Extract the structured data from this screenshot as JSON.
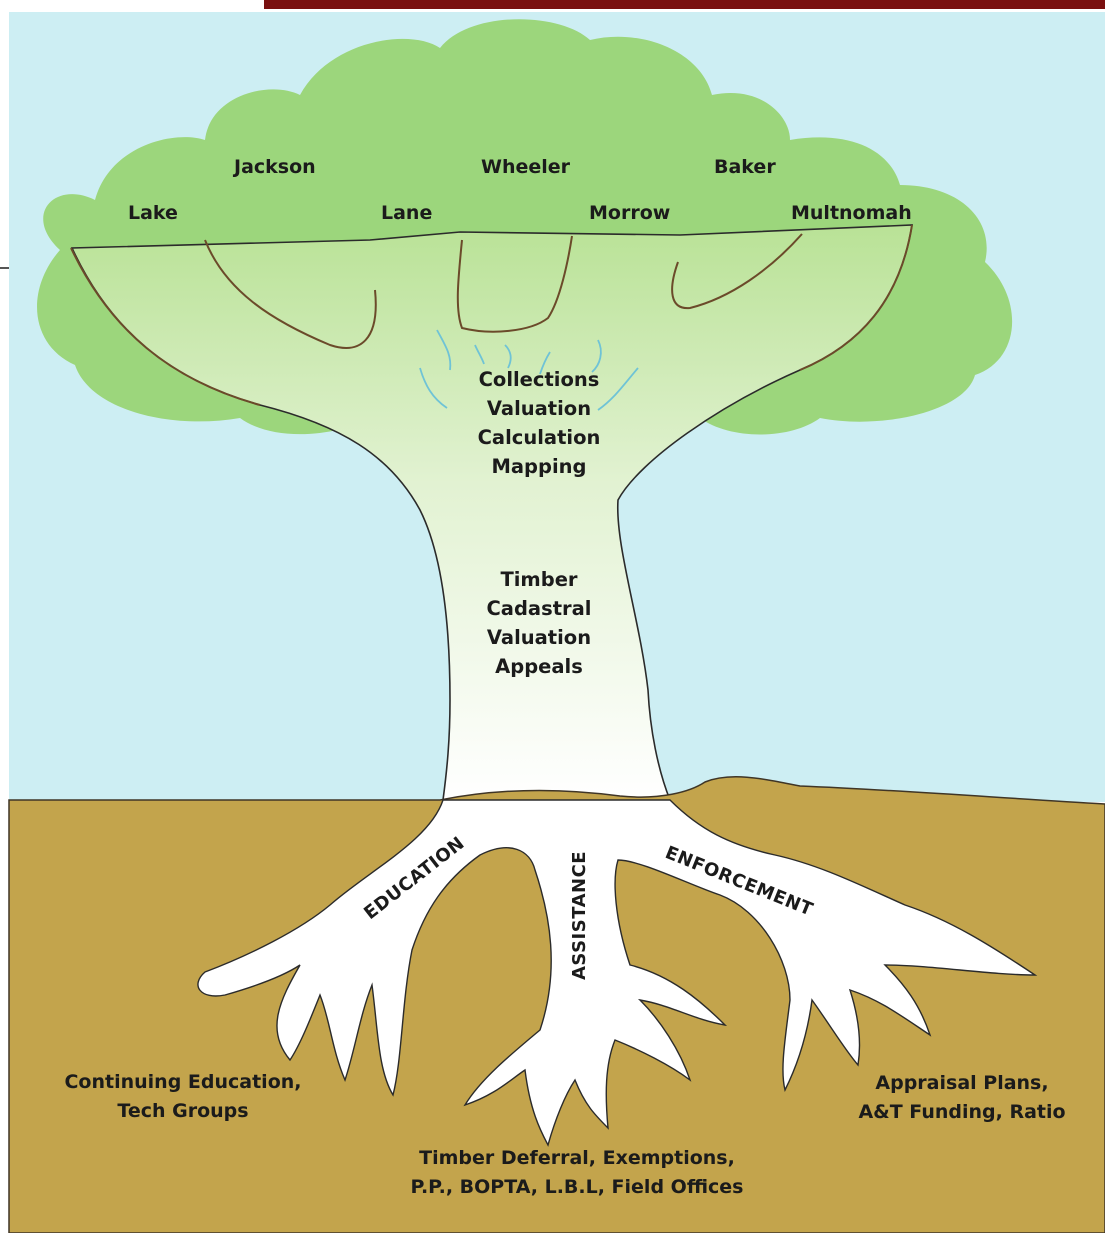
{
  "colors": {
    "sky": "#cdeef3",
    "canopy": "#9cd67c",
    "trunk_top": "#c2e6a4",
    "trunk_bottom": "#ffffff",
    "soil": "#c3a44c",
    "frame_red": "#7a1010",
    "outline": "#2b2b2b",
    "wind": "#6fc3d6"
  },
  "canopy": {
    "counties": [
      "Lake",
      "Jackson",
      "Lane",
      "Wheeler",
      "Morrow",
      "Baker",
      "Multnomah"
    ]
  },
  "trunk": {
    "upper": [
      "Collections",
      "Valuation",
      "Calculation",
      "Mapping"
    ],
    "lower": [
      "Timber",
      "Cadastral",
      "Valuation",
      "Appeals"
    ]
  },
  "roots": {
    "education": "EDUCATION",
    "assistance": "ASSISTANCE",
    "enforcement": "ENFORCEMENT"
  },
  "ground_labels": {
    "left": [
      "Continuing Education,",
      "Tech Groups"
    ],
    "center": [
      "Timber Deferral, Exemptions,",
      "P.P., BOPTA, L.B.L, Field Offices"
    ],
    "right": [
      "Appraisal Plans,",
      "A&T Funding, Ratio"
    ]
  }
}
